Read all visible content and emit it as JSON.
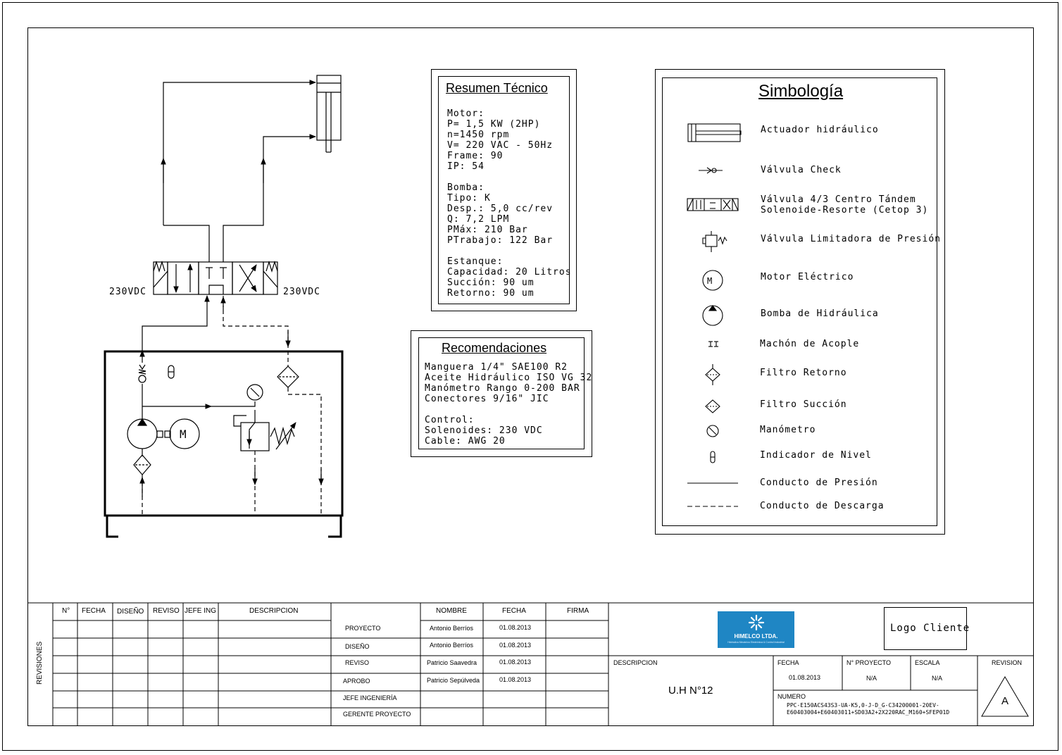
{
  "valve_labels": {
    "left": "230VDC",
    "right": "230VDC"
  },
  "motor_letter": "M",
  "resumen": {
    "title": "Resumen Técnico",
    "lines": [
      "Motor:",
      "P= 1,5 KW (2HP)",
      "n=1450 rpm",
      "V= 220 VAC - 50Hz",
      "Frame: 90",
      "IP: 54",
      "",
      "Bomba:",
      "Tipo: K",
      "Desp.: 5,0 cc/rev",
      "Q: 7,2 LPM",
      "PMáx: 210 Bar",
      "PTrabajo: 122 Bar",
      "",
      "Estanque:",
      "Capacidad: 20 Litros",
      "Succión: 90 um",
      "Retorno: 90 um"
    ]
  },
  "recomendaciones": {
    "title": "Recomendaciones",
    "lines": [
      "Manguera 1/4\" SAE100 R2",
      "Aceite Hidráulico ISO VG 32",
      "Manómetro Rango 0-200 BAR",
      "Conectores 9/16\" JIC",
      "",
      "Control:",
      "Solenoides: 230 VDC",
      "Cable: AWG 20"
    ]
  },
  "simbologia": {
    "title": "Simbología",
    "items": [
      {
        "icon": "actuator-icon",
        "label": "Actuador hidráulico"
      },
      {
        "icon": "check-valve-icon",
        "label": "Válvula Check"
      },
      {
        "icon": "directional-valve-icon",
        "label": "Válvula 4/3  Centro Tándem",
        "label2": "Solenoide-Resorte (Cetop 3)"
      },
      {
        "icon": "relief-valve-icon",
        "label": "Válvula Limitadora de Presión"
      },
      {
        "icon": "electric-motor-icon",
        "label": "Motor Eléctrico"
      },
      {
        "icon": "pump-icon",
        "label": "Bomba de Hidráulica"
      },
      {
        "icon": "coupling-icon",
        "label": "Machón de Acople"
      },
      {
        "icon": "return-filter-icon",
        "label": "Filtro Retorno"
      },
      {
        "icon": "suction-filter-icon",
        "label": "Filtro Succión"
      },
      {
        "icon": "manometer-icon",
        "label": "Manómetro"
      },
      {
        "icon": "level-indicator-icon",
        "label": "Indicador de Nivel"
      },
      {
        "icon": "pressure-line-icon",
        "label": "Conducto de Presión"
      },
      {
        "icon": "drain-line-icon",
        "label": "Conducto de Descarga"
      }
    ]
  },
  "revisions": {
    "side_label": "REVISIONES",
    "headers": [
      "N°",
      "FECHA",
      "DISEÑO",
      "REVISO",
      "JEFE ING",
      "DESCRIPCION"
    ]
  },
  "approvals": {
    "headers": [
      "NOMBRE",
      "FECHA",
      "FIRMA"
    ],
    "rows": [
      {
        "role": "PROYECTO",
        "name": "Antonio Berríos",
        "date": "01.08.2013"
      },
      {
        "role": "DISEÑO",
        "name": "Antonio Berríos",
        "date": "01.08.2013"
      },
      {
        "role": "REVISO",
        "name": "Patricio Saavedra",
        "date": "01.08.2013"
      },
      {
        "role": "APROBO",
        "name": "Patricio Sepúlveda",
        "date": "01.08.2013"
      },
      {
        "role": "JEFE INGENIERÍA",
        "name": "",
        "date": ""
      },
      {
        "role": "GERENTE PROYECTO",
        "name": "",
        "date": ""
      }
    ]
  },
  "company": {
    "name": "HIMELCO LTDA.",
    "tagline": "Hidráulica Mecánica Electrónica & Control Industrial",
    "color": "#1f86c4"
  },
  "client_logo": "Logo Cliente",
  "title_block": {
    "descripcion_label": "DESCRIPCION",
    "descripcion": "U.H N°12",
    "fecha_label": "FECHA",
    "fecha": "01.08.2013",
    "proyecto_label": "N° PROYECTO",
    "proyecto": "N/A",
    "escala_label": "ESCALA",
    "escala": "N/A",
    "revision_label": "REVISION",
    "revision": "A",
    "numero_label": "NUMERO",
    "numero_1": "PPC-E150ACS43S3-UA-K5,0-J-D_G-C34200001-20EV-",
    "numero_2": "E60403004+E60403011+SD03A2+2X220RAC_M160+SFEP01D"
  }
}
